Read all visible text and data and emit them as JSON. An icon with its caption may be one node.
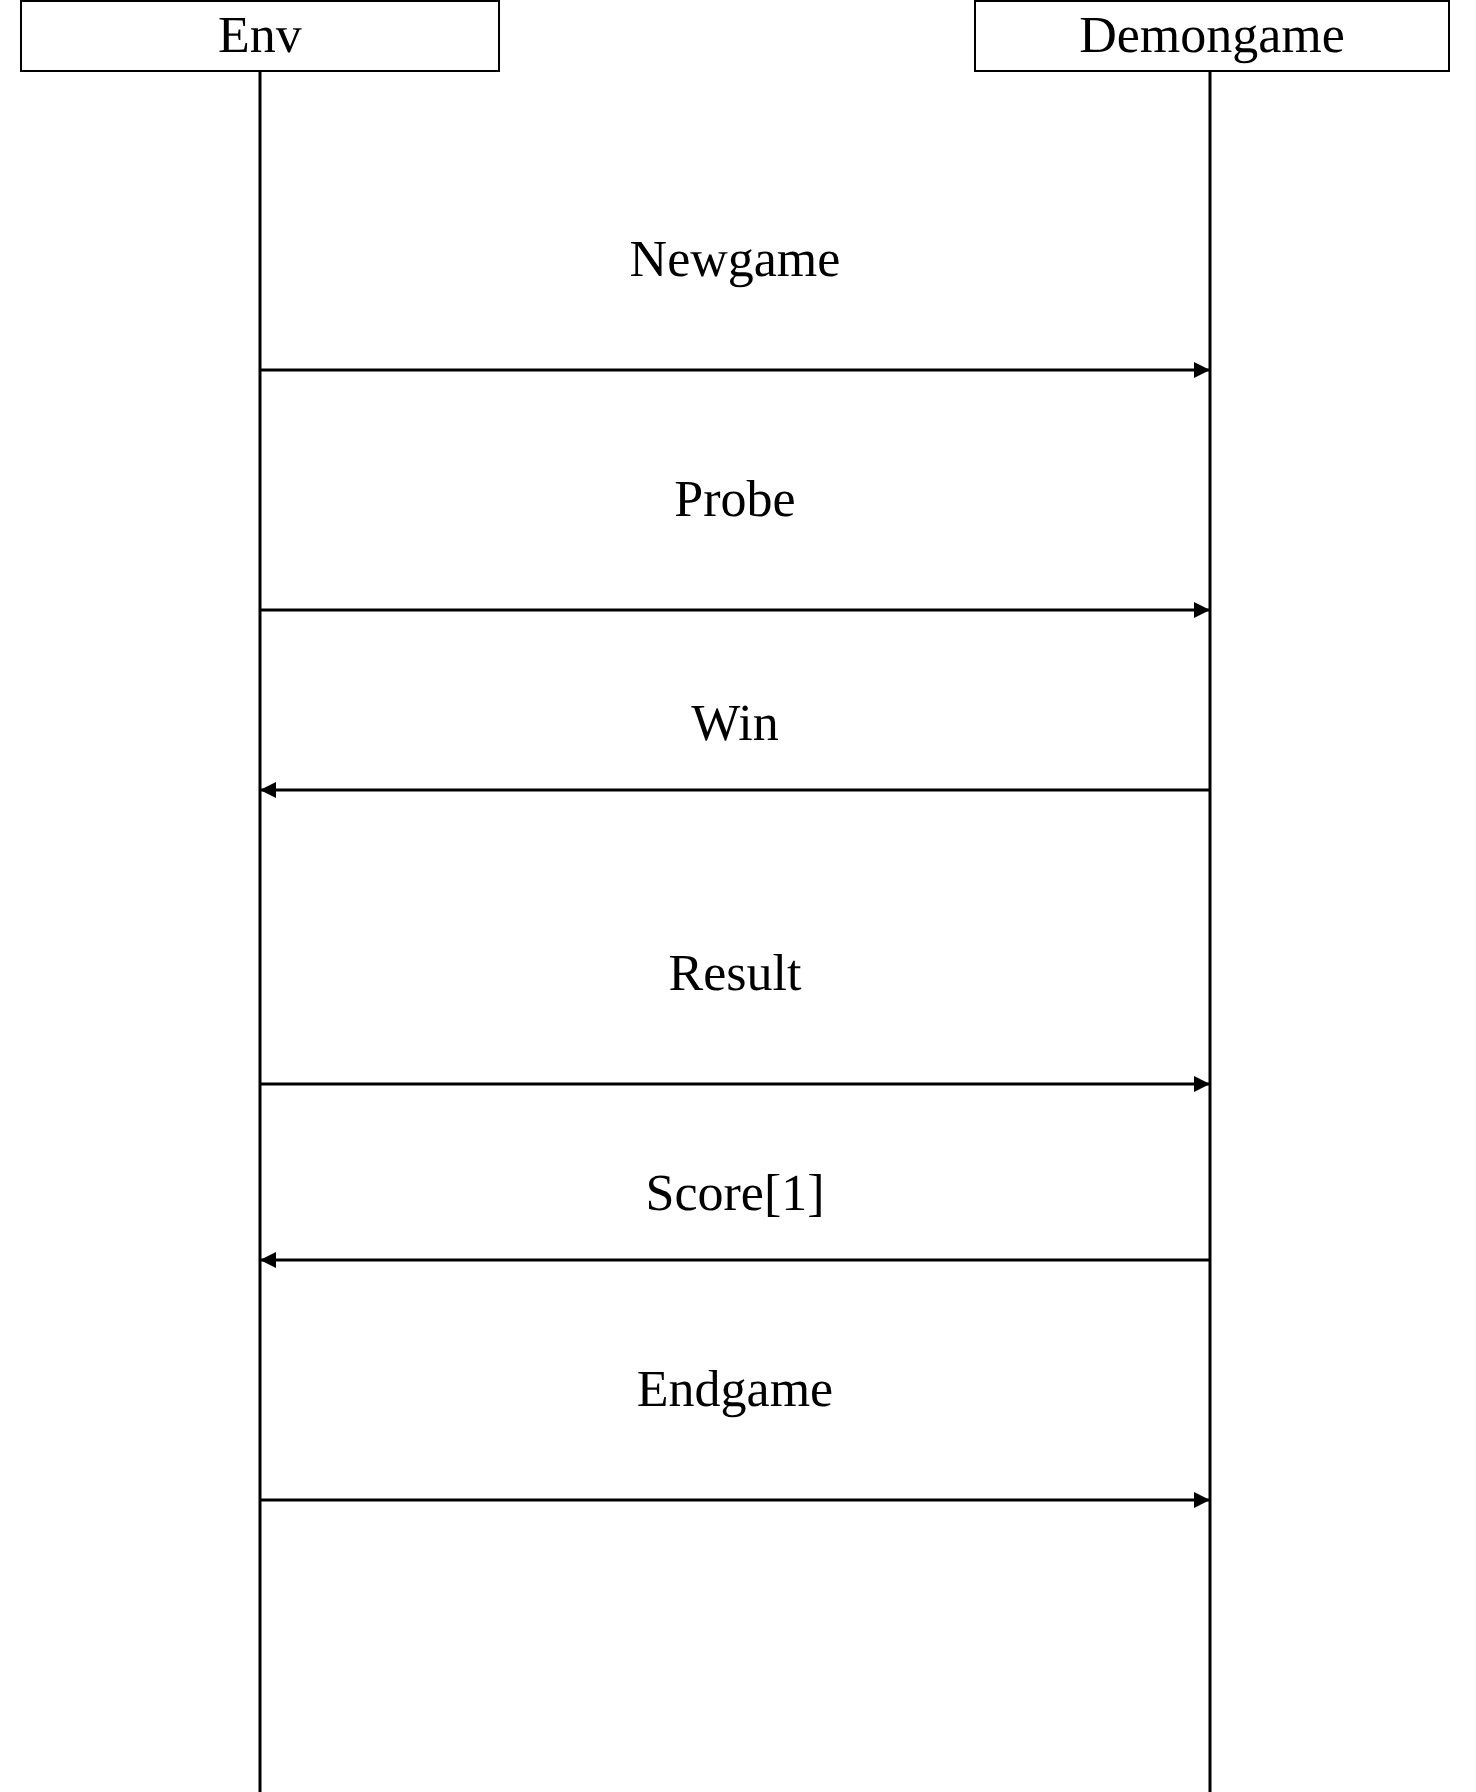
{
  "diagram": {
    "nodes": [
      {
        "text": [
          "Env"
        ]
      },
      {
        "text": [
          "Demongame"
        ]
      }
    ],
    "edges": [
      {
        "from": 0,
        "to": 1,
        "arrow": "to",
        "label": "Newgame"
      },
      {
        "from": 0,
        "to": 1,
        "arrow": "to",
        "label": "Probe"
      },
      {
        "from": 1,
        "to": 0,
        "arrow": "to",
        "label": "Win"
      },
      {
        "from": 0,
        "to": 1,
        "arrow": "to",
        "label": "Result"
      },
      {
        "from": 1,
        "to": 0,
        "arrow": "to",
        "label": "Score[1]"
      },
      {
        "from": 0,
        "to": 1,
        "arrow": "to",
        "label": "Endgame"
      }
    ]
  }
}
